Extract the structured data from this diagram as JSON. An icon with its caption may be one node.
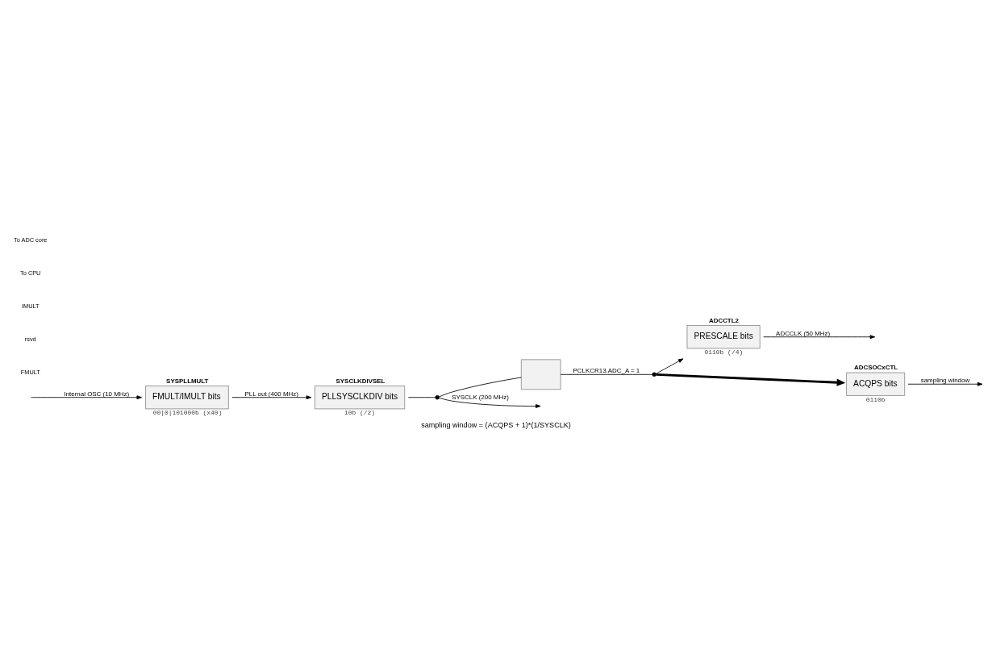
{
  "diagram": {
    "caption": "sampling window = (ACQPS + 1)*(1/SYSCLK)",
    "nodes": [
      {
        "text": [
          "SYSPLLMULT",
          "FMULT/IMULT bits"
        ],
        "beside": [
          "00|0|101000b (x40)"
        ]
      },
      {
        "text": [
          "SYSCLKDIVSEL",
          "PLLSYSCLKDIV bits"
        ],
        "beside": [
          "10b (/2)"
        ]
      },
      {
        "text": [],
        "shape": "circle"
      },
      {
        "text": [],
        "shape": "box"
      },
      {
        "text": [],
        "shape": "circle"
      },
      {
        "text": [
          "ADCCTL2",
          "PRESCALE bits"
        ],
        "beside": [
          "0110b (/4)"
        ]
      },
      {
        "text": [
          "ADCSOCxCTL",
          "ACQPS bits"
        ],
        "beside": [
          "0110b"
        ]
      }
    ],
    "edges": [
      {
        "from": null,
        "to": 0,
        "arrow": "to",
        "label": "Internal OSC (10 MHz)"
      },
      {
        "from": 0,
        "to": 1,
        "arrow": "to",
        "label": "PLL out (400 MHz)"
      },
      {
        "from": 1,
        "to": 2,
        "arrow": "none"
      },
      {
        "from": 2,
        "to": null,
        "arrow": "to",
        "label": "SYSCLK (200 MHz)"
      },
      {
        "from": 2,
        "to": 3,
        "arrow": "none"
      },
      {
        "from": 3,
        "to": 4,
        "arrow": "none",
        "label": "PCLKCR13.ADC_A = 1"
      },
      {
        "from": 4,
        "to": 5,
        "arrow": "to"
      },
      {
        "from": 5,
        "to": null,
        "arrow": "to",
        "label": "ADCCLK (50 MHz)"
      },
      {
        "from": 4,
        "to": 6,
        "arrow": "to",
        "style": "thick"
      },
      {
        "from": 6,
        "to": null,
        "arrow": "to",
        "label": "sampling window"
      }
    ],
    "labels": [
      "FMULT",
      "rsvd",
      "IMULT",
      "To CPU",
      "To ADC core"
    ]
  }
}
